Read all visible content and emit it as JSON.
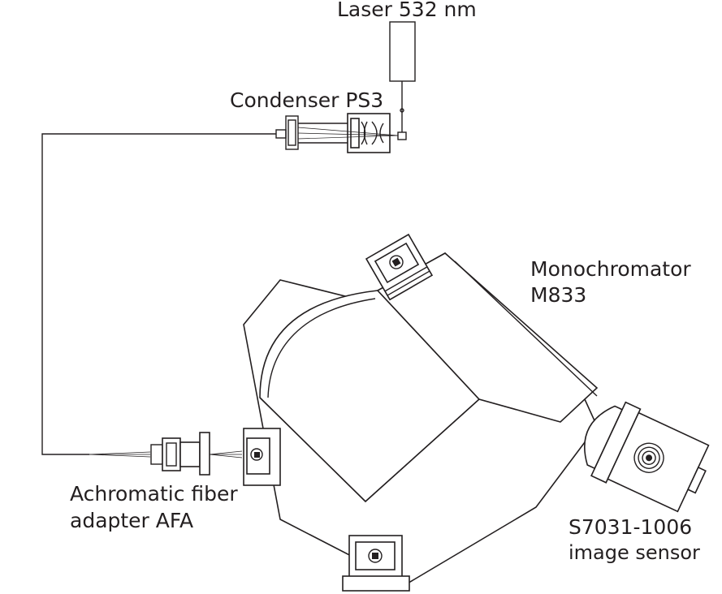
{
  "labels": {
    "laser": "Laser 532 nm",
    "condenser": "Condenser PS3",
    "mono_line1": "Monochromator",
    "mono_line2": "M833",
    "afa_line1": "Achromatic fiber",
    "afa_line2": "adapter AFA",
    "sensor_line1": "S7031-1006",
    "sensor_line2": "image sensor"
  },
  "colors": {
    "ink": "#231f20",
    "background": "#ffffff"
  }
}
